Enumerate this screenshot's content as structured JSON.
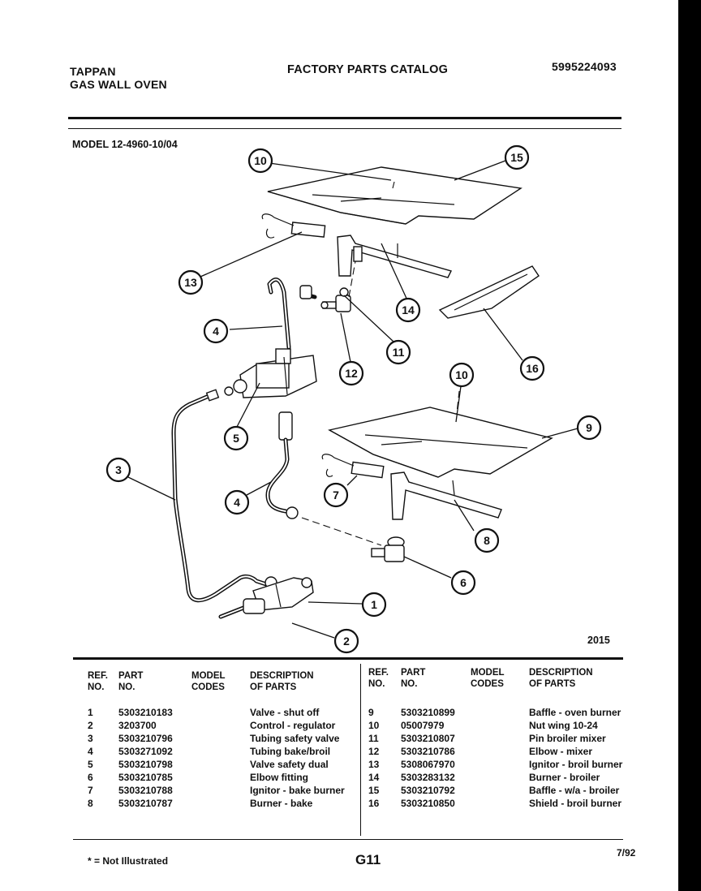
{
  "header": {
    "brand": "TAPPAN",
    "product": "GAS WALL OVEN",
    "catalog_title": "FACTORY PARTS CATALOG",
    "catalog_number": "5995224093"
  },
  "model_label": "MODEL 12-4960-10/04",
  "diagram": {
    "figure_number": "2015",
    "callouts": [
      "10",
      "15",
      "13",
      "14",
      "4",
      "11",
      "12",
      "16",
      "10",
      "9",
      "5",
      "3",
      "4",
      "7",
      "8",
      "6",
      "1",
      "2"
    ]
  },
  "table": {
    "headers": {
      "ref": [
        "REF.",
        "NO."
      ],
      "part": [
        "PART",
        "NO."
      ],
      "model": [
        "MODEL",
        "CODES"
      ],
      "desc": [
        "DESCRIPTION",
        "OF PARTS"
      ]
    },
    "left": [
      {
        "ref": "1",
        "part": "5303210183",
        "desc": "Valve - shut off"
      },
      {
        "ref": "2",
        "part": "3203700",
        "desc": "Control - regulator"
      },
      {
        "ref": "3",
        "part": "5303210796",
        "desc": "Tubing safety valve"
      },
      {
        "ref": "4",
        "part": "5303271092",
        "desc": "Tubing bake/broil"
      },
      {
        "ref": "5",
        "part": "5303210798",
        "desc": "Valve safety dual"
      },
      {
        "ref": "6",
        "part": "5303210785",
        "desc": "Elbow fitting"
      },
      {
        "ref": "7",
        "part": "5303210788",
        "desc": "Ignitor - bake burner"
      },
      {
        "ref": "8",
        "part": "5303210787",
        "desc": "Burner - bake"
      }
    ],
    "right": [
      {
        "ref": "9",
        "part": "5303210899",
        "desc": "Baffle - oven burner"
      },
      {
        "ref": "10",
        "part": "05007979",
        "desc": "Nut wing 10-24"
      },
      {
        "ref": "11",
        "part": "5303210807",
        "desc": "Pin broiler mixer"
      },
      {
        "ref": "12",
        "part": "5303210786",
        "desc": "Elbow - mixer"
      },
      {
        "ref": "13",
        "part": "5308067970",
        "desc": "Ignitor - broil burner"
      },
      {
        "ref": "14",
        "part": "5303283132",
        "desc": "Burner - broiler"
      },
      {
        "ref": "15",
        "part": "5303210792",
        "desc": "Baffle - w/a - broiler"
      },
      {
        "ref": "16",
        "part": "5303210850",
        "desc": "Shield - broil burner"
      }
    ]
  },
  "footer": {
    "note": "* = Not Illustrated",
    "page_code": "G11",
    "date": "7/92"
  }
}
